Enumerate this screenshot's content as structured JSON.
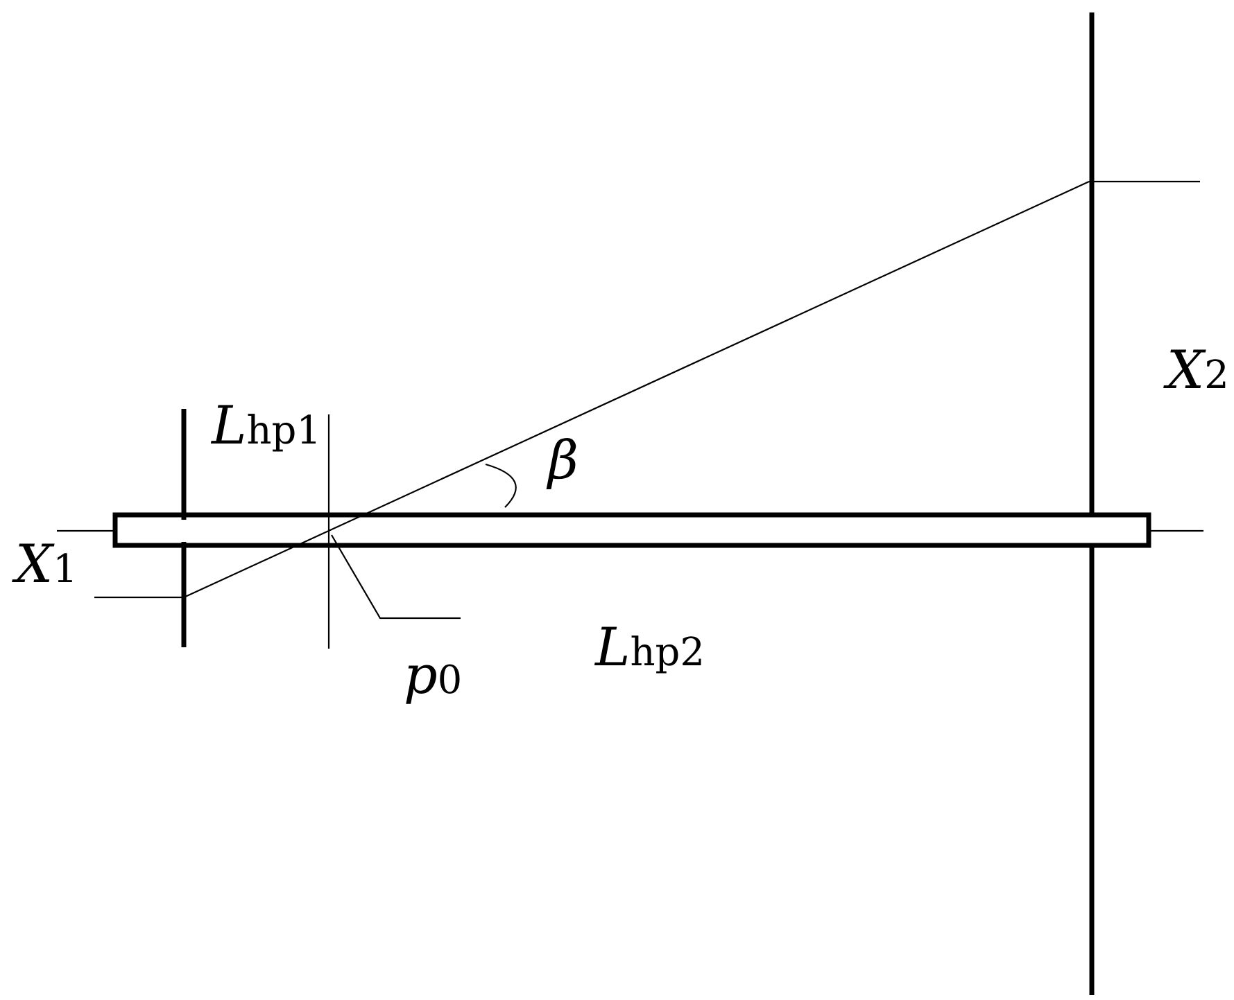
{
  "labels": {
    "x1": {
      "symbol": "X",
      "subscript": "1"
    },
    "x2": {
      "symbol": "X",
      "subscript": "2"
    },
    "lhp1": {
      "symbol": "L",
      "subscript": "hp1"
    },
    "lhp2": {
      "symbol": "L",
      "subscript": "hp2"
    },
    "p0": {
      "symbol": "p",
      "subscript": "0"
    },
    "beta": {
      "symbol": "β"
    }
  }
}
